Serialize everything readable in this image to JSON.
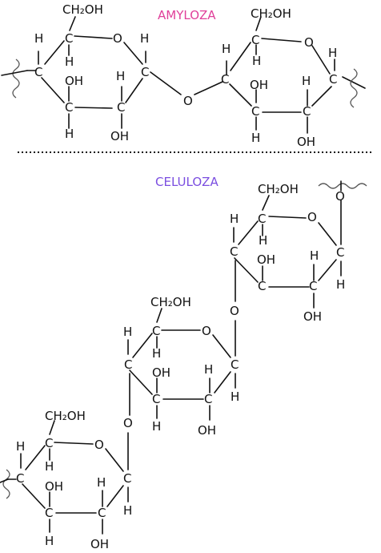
{
  "titles": {
    "top": "AMYLOZA",
    "bottom": "CELULOZA"
  },
  "colors": {
    "top_title": "#e0409a",
    "bottom_title": "#7b4ee0"
  },
  "atoms": {
    "C": "C",
    "H": "H",
    "O": "O",
    "OH": "OH",
    "CH2OH": "CH₂OH"
  }
}
